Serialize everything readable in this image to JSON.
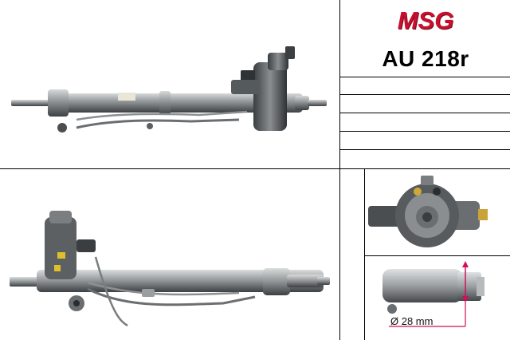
{
  "brand": {
    "logo_text": "MSG",
    "logo_color": "#c8102e"
  },
  "product": {
    "part_number": "AU 218r"
  },
  "dimension": {
    "label": "Ø 28 mm",
    "arrow_color": "#d0105a"
  },
  "photos": {
    "top": "steering-rack-top-view",
    "bottom": "steering-rack-side-view",
    "valve": "valve-housing-closeup",
    "shaft": "pinion-shaft-closeup"
  }
}
